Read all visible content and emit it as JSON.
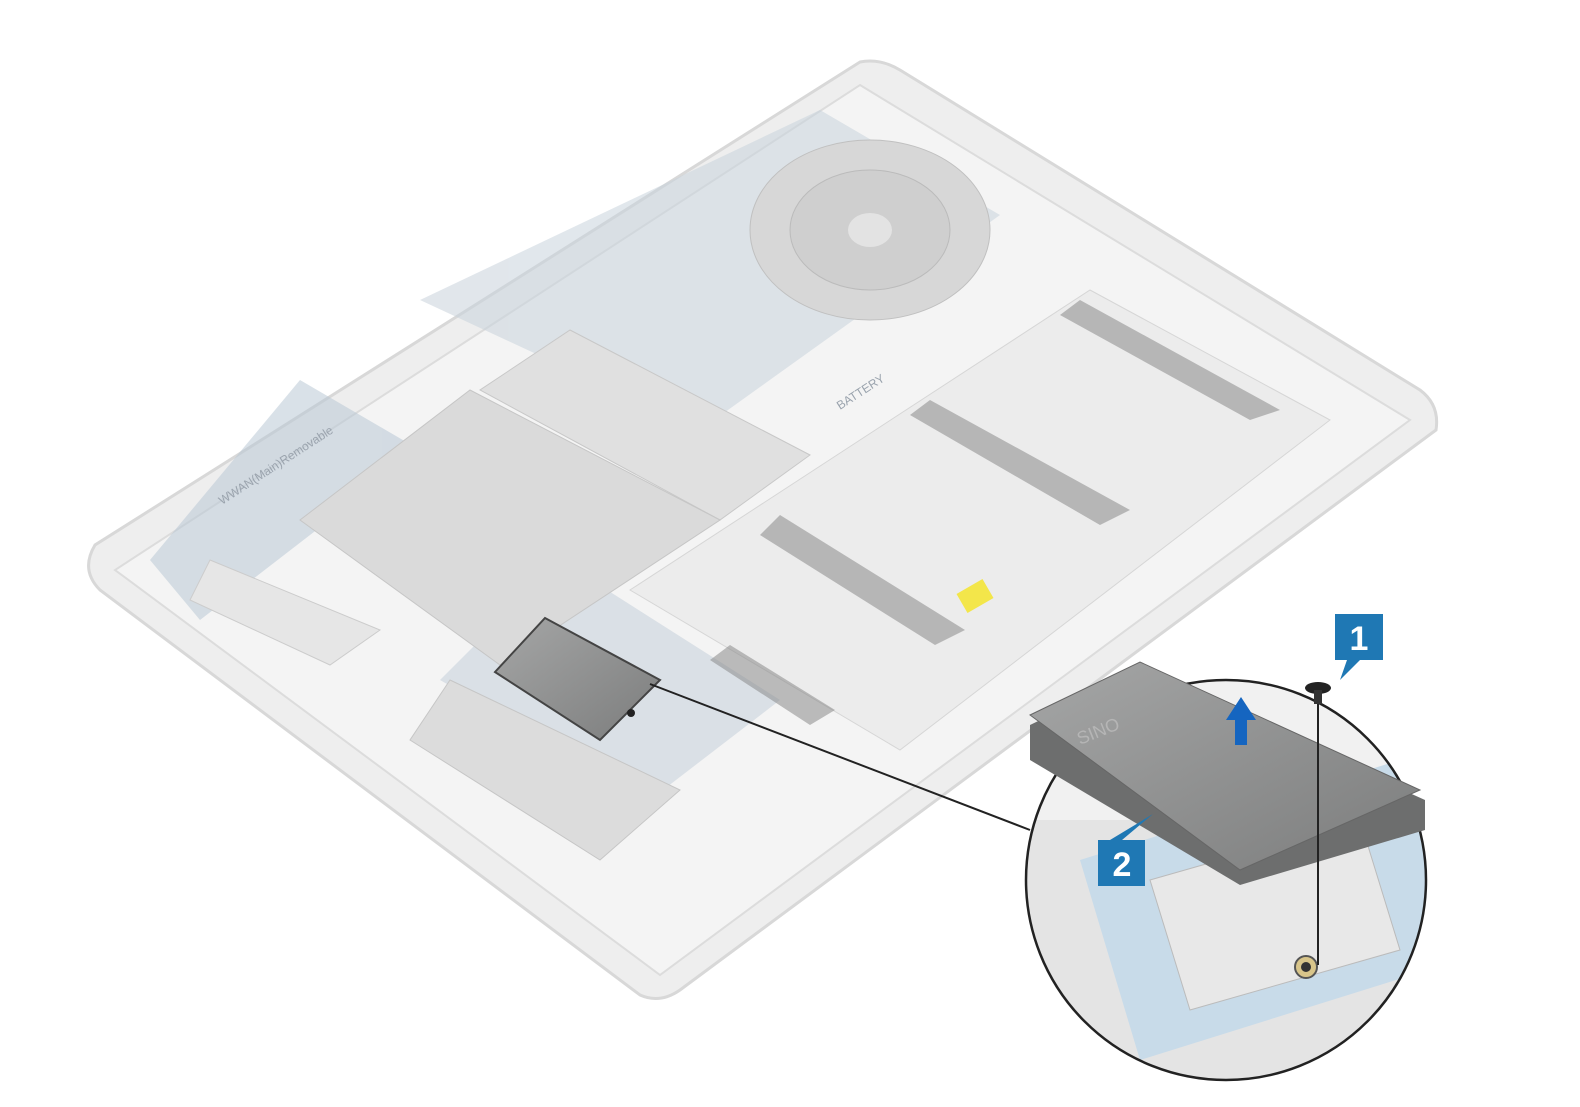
{
  "figure": {
    "board_labels": {
      "wwan": "WWAN(Main)Removable",
      "battery": "BATTERY",
      "shield_mark": "SINO"
    },
    "callouts": [
      {
        "label": "1",
        "target": "screw"
      },
      {
        "label": "2",
        "target": "ssd-shield"
      }
    ],
    "colors": {
      "callout": "#1f78b4",
      "arrow": "#1565c0",
      "shield": "#8e8f8f",
      "chassis": "#e6e6e6"
    }
  }
}
